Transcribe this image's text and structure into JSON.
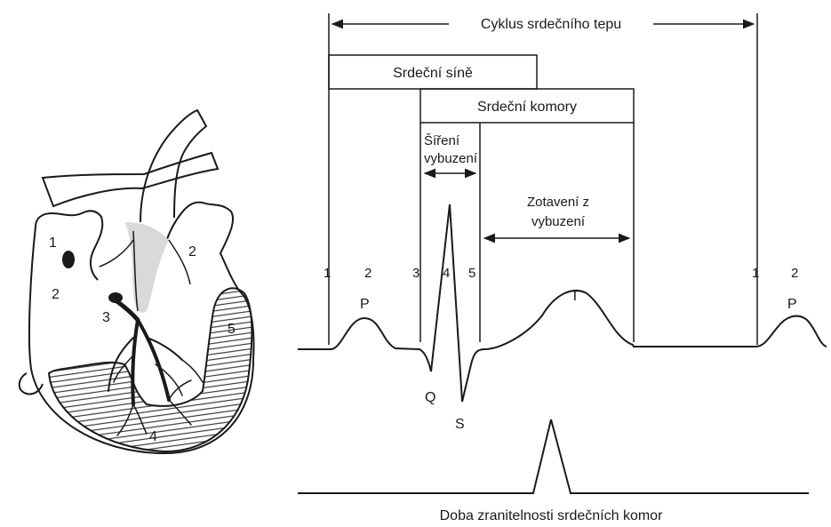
{
  "diagram": {
    "cycle_label": "Cyklus srdečního tepu",
    "atria_label": "Srdeční síně",
    "ventricles_label": "Srdeční komory",
    "excitation_spread_line1": "Šíření",
    "excitation_spread_line2": "vybuzení",
    "recovery_line1": "Zotavení z",
    "recovery_line2": "vybuzení",
    "vulnerability_label": "Doba zranitelnosti srdečních komor"
  },
  "ecg": {
    "markers": [
      "1",
      "2",
      "3",
      "4",
      "5",
      "1",
      "2"
    ],
    "waves": {
      "p1": "P",
      "q": "Q",
      "s": "S",
      "t": "T",
      "p2": "P"
    }
  },
  "heart": {
    "labels": [
      "1",
      "2",
      "2",
      "3",
      "4",
      "5"
    ]
  },
  "colors": {
    "ink": "#1a1a1a",
    "background": "#ffffff",
    "shade": "#d9d9d9"
  }
}
